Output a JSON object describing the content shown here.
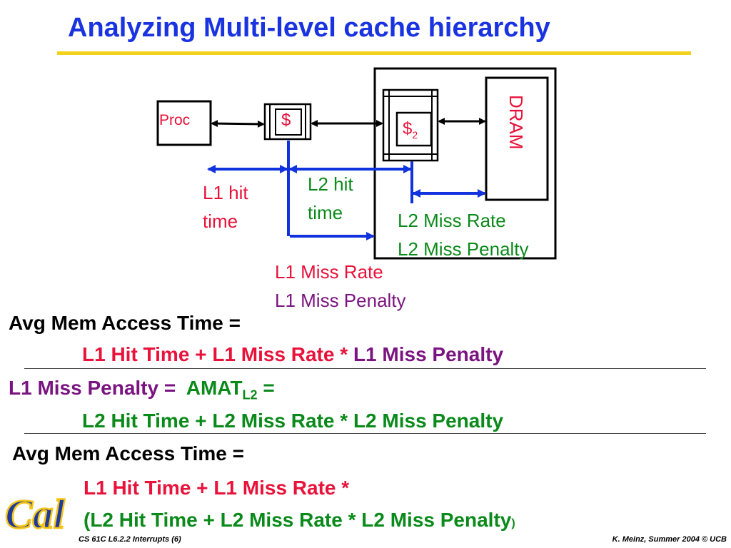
{
  "title": "Analyzing Multi-level cache hierarchy",
  "diagram": {
    "proc": "Proc",
    "l1_cache": "$",
    "l2_cache_base": "$",
    "l2_cache_sub": "2",
    "dram": "DRAM",
    "l1_hit_line1": "L1 hit",
    "l1_hit_line2": "time",
    "l2_hit_line1": "L2 hit",
    "l2_hit_line2": "time",
    "l2_miss_rate": "L2 Miss Rate",
    "l2_miss_penalty": "L2 Miss Penalty",
    "l1_miss_rate": "L1 Miss Rate",
    "l1_miss_penalty": "L1 Miss Penalty"
  },
  "equations": {
    "eq1_lhs": "Avg Mem Access Time =",
    "eq1_part1": "L1 Hit Time + L1 Miss Rate *",
    "eq1_part2": "L1 Miss Penalty",
    "eq2_lhs": "L1 Miss Penalty =",
    "eq2_amat": "AMAT",
    "eq2_amat_sub": "L2",
    "eq2_eq": "=",
    "eq2_rhs": "L2 Hit Time + L2 Miss Rate * L2 Miss Penalty",
    "eq3_lhs": "Avg Mem Access Time =",
    "eq3_line1": "L1 Hit Time + L1 Miss Rate *",
    "eq3_line2": "(L2 Hit Time +  L2 Miss Rate * L2 Miss Penalty",
    "eq3_close": ")"
  },
  "footer": {
    "left": "CS 61C L6.2.2 Interrupts (6)",
    "right": "K. Meinz, Summer 2004 © UCB",
    "logo": "Cal"
  },
  "colors": {
    "title": "#1a33e0",
    "rule": "#f2d21a",
    "red": "#e8123a",
    "purple": "#7a1480",
    "green": "#0a8a1a",
    "arrow_blue": "#1133dd"
  }
}
